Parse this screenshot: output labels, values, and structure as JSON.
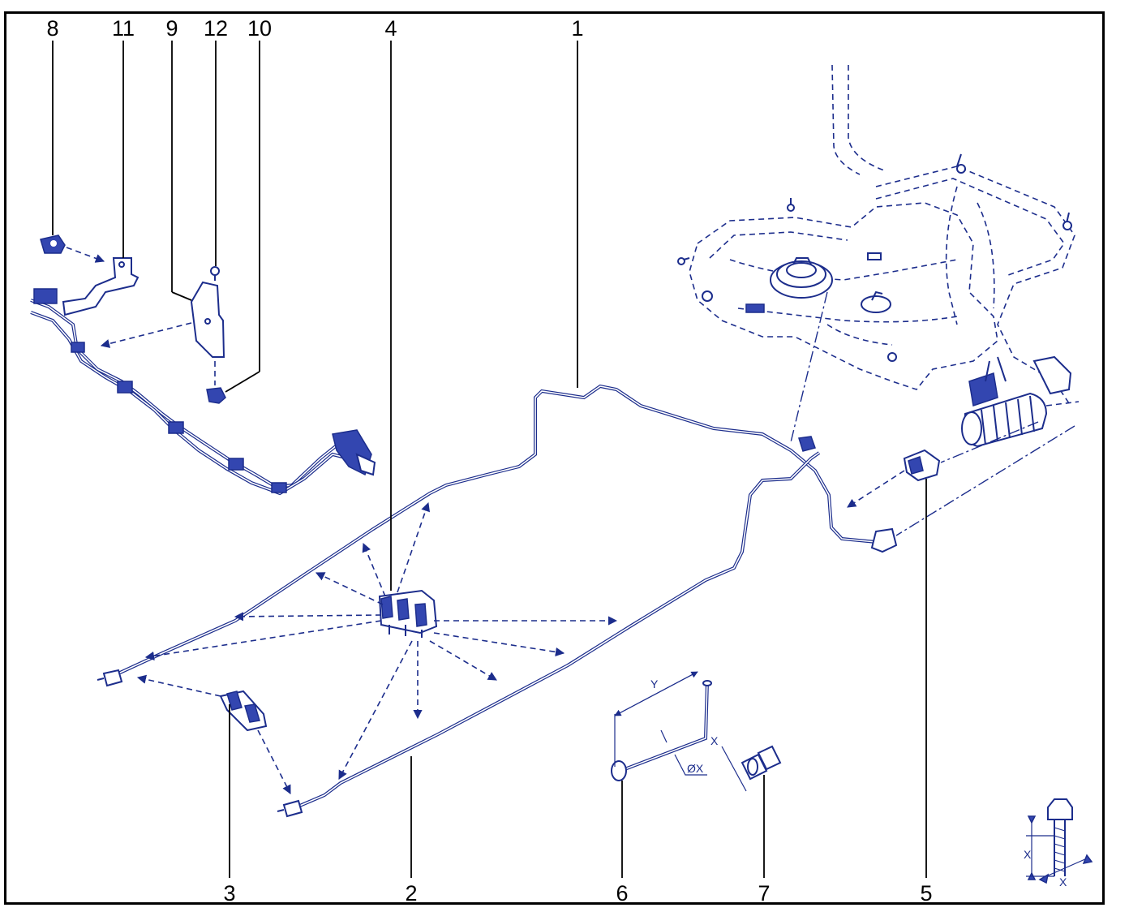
{
  "callouts": {
    "c1": "1",
    "c2": "2",
    "c3": "3",
    "c4": "4",
    "c5": "5",
    "c6": "6",
    "c7": "7",
    "c8": "8",
    "c9": "9",
    "c10": "10",
    "c11": "11",
    "c12": "12"
  },
  "dimensions": {
    "y_length": "Y",
    "x_size_nut": "X",
    "diameter": "ØX",
    "x_bolt_length": "X",
    "x_bolt_diameter": "X"
  },
  "colors": {
    "line": "#1c2d8c",
    "fill": "#3346b0",
    "text": "#000000",
    "border": "#000000"
  }
}
